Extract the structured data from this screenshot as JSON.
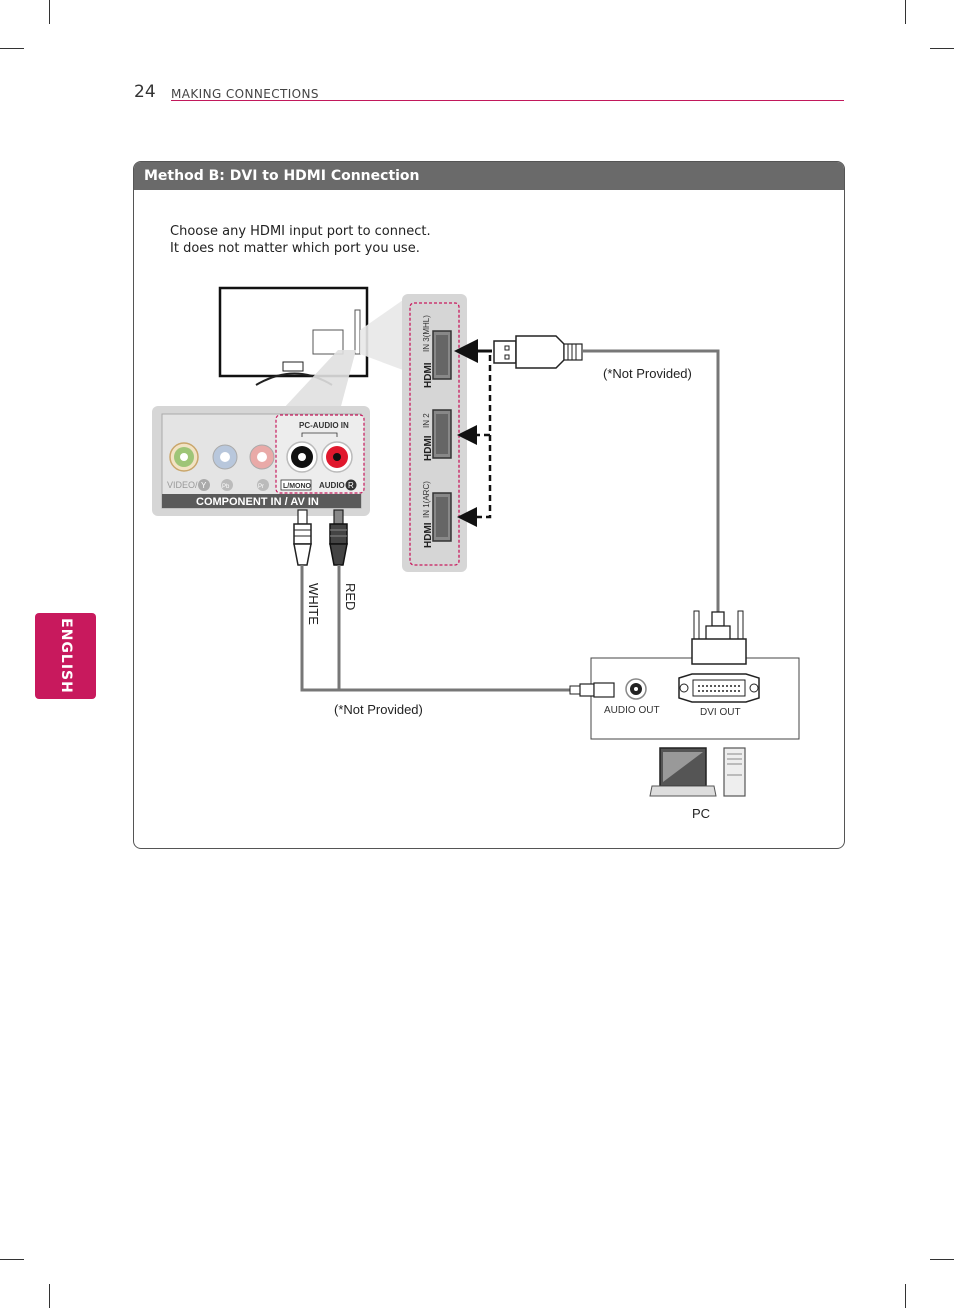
{
  "page": {
    "number": "24",
    "section": "MAKING CONNECTIONS",
    "language_tab": "ENGLISH"
  },
  "method": {
    "title": "Method B: DVI to HDMI Connection",
    "note_line1": "Choose any HDMI input port to connect.",
    "note_line2": "It does not matter which port you use."
  },
  "diagram": {
    "hdmi_ports": [
      {
        "logo": "HDMI",
        "label": "IN 3(MHL)"
      },
      {
        "logo": "HDMI",
        "label": "IN 2"
      },
      {
        "logo": "HDMI",
        "label": "IN 1(ARC)"
      }
    ],
    "pc_audio_in": "PC-AUDIO IN",
    "lmono": "L/MONO",
    "audio": "AUDIO",
    "audio_r": "R",
    "video": "VIDEO/",
    "video_y": "Y",
    "pb": "Pb",
    "pr": "Pr",
    "component": "COMPONENT IN / AV IN",
    "white": "WHITE",
    "red": "RED",
    "not_provided_top": "(*Not Provided)",
    "not_provided_bottom": "(*Not Provided)",
    "audio_out": "AUDIO OUT",
    "dvi_out": "DVI OUT",
    "pc": "PC"
  },
  "colors": {
    "accent": "#c8195d",
    "header_gray": "#6a6a6a",
    "panel_gray": "#d6d6d6",
    "cable_gray": "#777777",
    "jack_red": "#e0182d",
    "jack_green": "#6aa84f"
  }
}
